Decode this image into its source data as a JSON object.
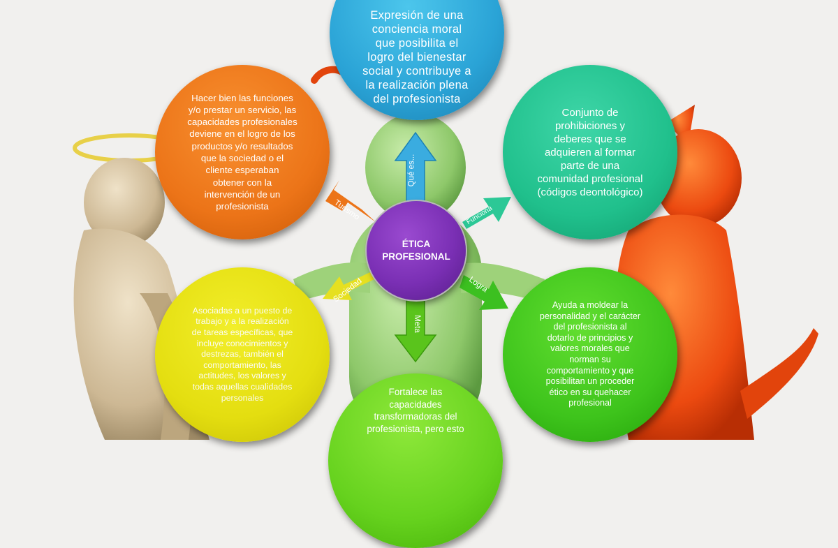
{
  "diagram": {
    "center": {
      "line1": "ÉTICA",
      "line2": "PROFESIONAL"
    },
    "nodes": {
      "top": "Expresión de una\nconciencia moral\nque posibilita el\nlogro del bienestar\nsocial y contribuye a\nla realización plena\ndel profesionista",
      "top_left": "Hacer bien las funciones\ny/o prestar un servicio, las\ncapacidades profesionales\ndeviene en el logro de los\nproductos y/o resultados\nque la sociedad o el\ncliente esperaban\nobtener con la\nintervención de un\nprofesionista",
      "top_right": "Conjunto de\nprohibiciones y\ndeberes que se\nadquieren al formar\nparte de una\ncomunidad profesional\n(códigos deontológico)",
      "bottom_left": "Asociadas a un puesto de\ntrabajo y a la realización\nde tareas específicas, que\nincluye conocimientos y\ndestrezas, también el\ncomportamiento, las\nactitudes, los valores y\ntodas aquellas cualidades\npersonales",
      "bottom_right": "Ayuda a moldear la\npersonalidad y el carácter\ndel profesionista al\ndotarlo de principios y\nvalores morales que\nnorman su\ncomportamiento y que\nposibilitan un proceder\nético en su quehacer\nprofesional",
      "bottom": "Fortalece las\ncapacidades\ntransformadoras del\nprofesionista, pero esto"
    },
    "arrows": {
      "top": "Qué es...",
      "top_left": "Turismo",
      "top_right": "Funciona",
      "bottom_left": "Sociedad",
      "bottom_right": "Logra",
      "bottom": "Meta"
    }
  },
  "colors": {
    "top": "#2aa3d6",
    "top_left": "#ec7418",
    "top_right": "#20c08c",
    "bottom_left": "#e4de10",
    "bottom_right": "#3ec41c",
    "bottom": "#66d21e",
    "center": "#7a2fb4",
    "background": "#f1f0ee"
  }
}
